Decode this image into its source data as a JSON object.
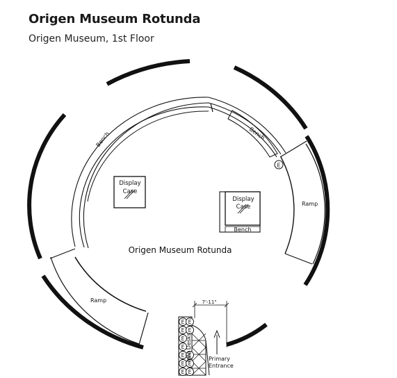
{
  "header": {
    "title": "Origen Museum Rotunda",
    "subtitle": "Origen Museum, 1st Floor"
  },
  "floor_plan": {
    "room_label": "Origen Museum Rotunda",
    "display_case_label": "Display Case",
    "display_case_line1": "Display",
    "display_case_line2": "Case",
    "bench_label": "Bench",
    "ramp_label": "Ramp",
    "exit_marker": "E",
    "info_desks_label": "Info Desks",
    "entrance_line1": "Primary",
    "entrance_line2": "Entrance",
    "dimension_label": "7'-11\""
  }
}
